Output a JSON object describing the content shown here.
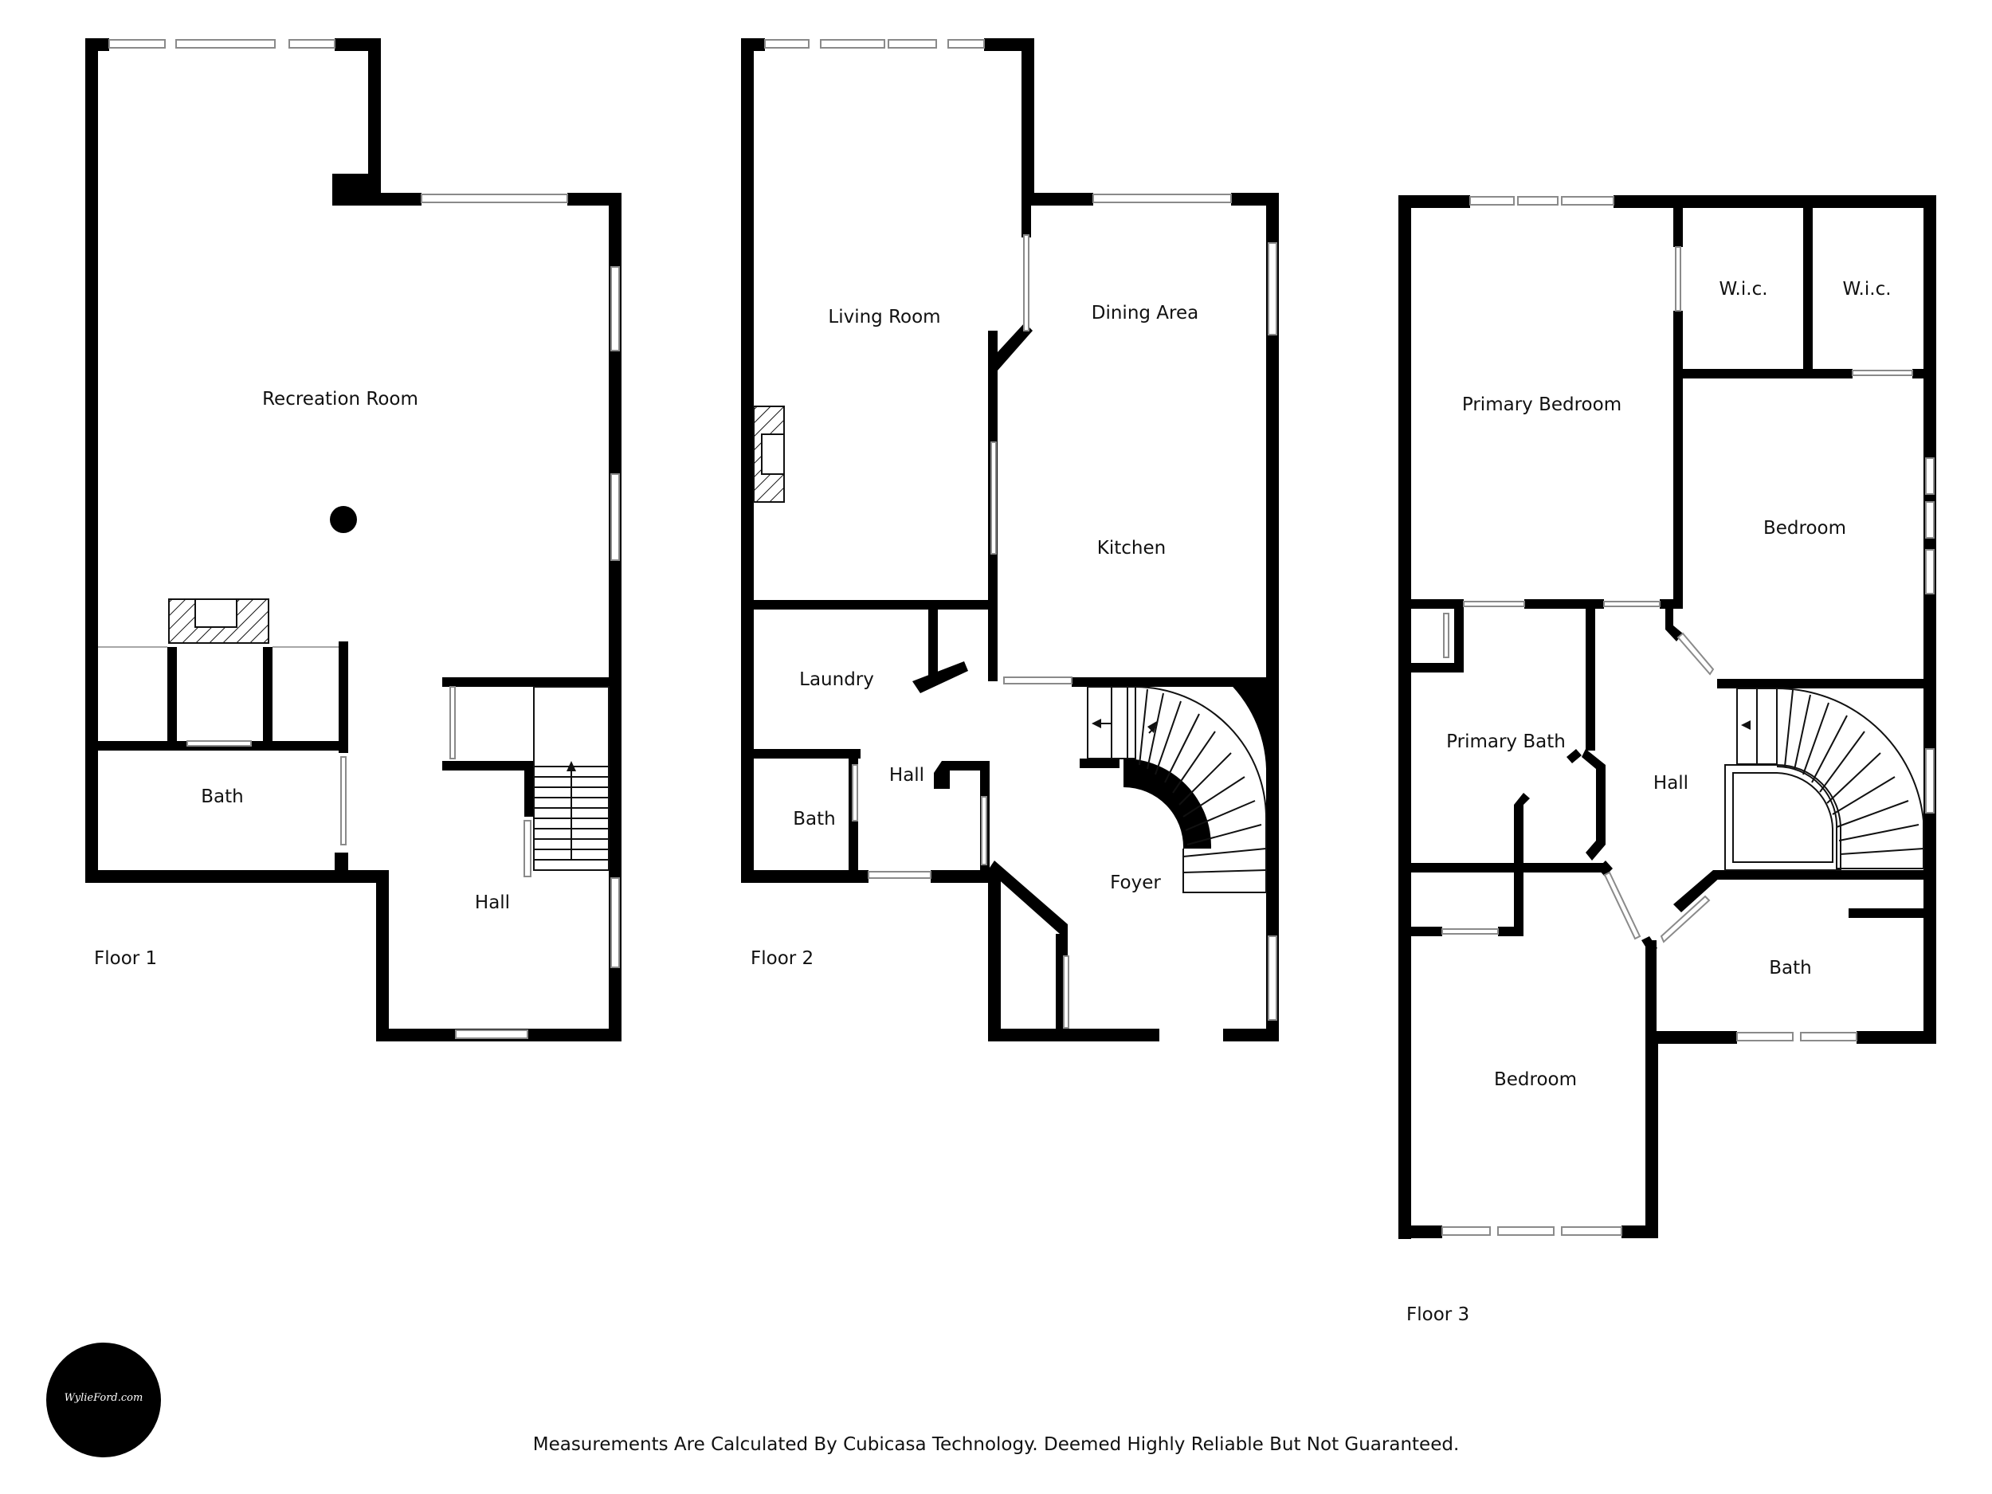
{
  "floors": [
    {
      "label": "Floor 1",
      "rooms": {
        "recreation_room": "Recreation Room",
        "bath": "Bath",
        "hall": "Hall"
      }
    },
    {
      "label": "Floor 2",
      "rooms": {
        "living_room": "Living Room",
        "dining_area": "Dining Area",
        "kitchen": "Kitchen",
        "laundry": "Laundry",
        "hall": "Hall",
        "bath": "Bath",
        "foyer": "Foyer"
      }
    },
    {
      "label": "Floor 3",
      "rooms": {
        "wic_1": "W.i.c.",
        "wic_2": "W.i.c.",
        "primary_bedroom": "Primary Bedroom",
        "bedroom_east": "Bedroom",
        "primary_bath": "Primary Bath",
        "hall": "Hall",
        "bath": "Bath",
        "bedroom_south": "Bedroom"
      }
    }
  ],
  "disclaimer": "Measurements Are Calculated By Cubicasa Technology. Deemed Highly Reliable But Not Guaranteed.",
  "logo": {
    "text": "WylieFord.com",
    "background": "#000000",
    "text_color": "#ffffff"
  },
  "colors": {
    "wall": "#000000",
    "window": "#8a8a8a",
    "background": "#ffffff"
  }
}
